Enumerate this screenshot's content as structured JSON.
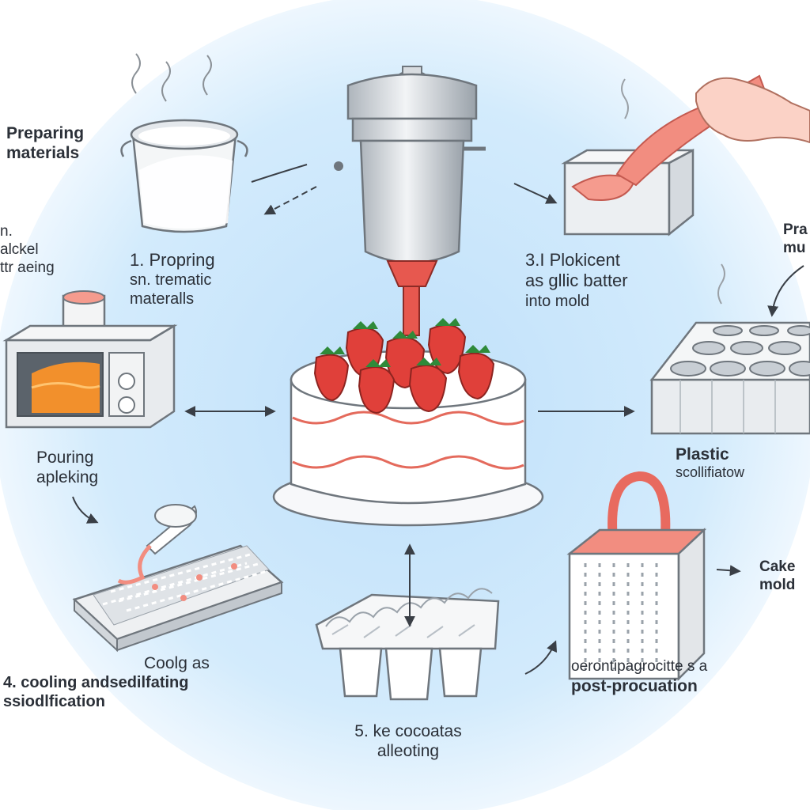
{
  "colors": {
    "sky": "#cfe8fb",
    "sky_edge": "#e9f5fe",
    "steel": "#c7cdd3",
    "steel_dark": "#8e969e",
    "cream": "#ffffff",
    "frosting_line": "#e46a5c",
    "strawberry": "#e0403a",
    "leaf": "#2f8a3a",
    "batter": "#f28d80",
    "arrow": "#3a3f46"
  },
  "labels": {
    "preparing_top": {
      "line1": "Preparing",
      "line2": "materials"
    },
    "left_edge": {
      "line1": "n.",
      "line2": "alckel",
      "line3": "ttr aeing"
    },
    "step1": {
      "line1": "1. Propring",
      "line2": "sn. trematic",
      "line3": "materalls"
    },
    "step3": {
      "line1": "3.I Plokicent",
      "line2": "as gllic batter",
      "line3": "into mold"
    },
    "right_edge": {
      "line1": "Pra",
      "line2": "mu"
    },
    "pouring": {
      "line1": "Pouring",
      "line2": "apleking"
    },
    "plastic": {
      "line1": "Plastic",
      "line2": "scollifiatow"
    },
    "cake_mold": {
      "line1": "Cake",
      "line2": "mold"
    },
    "cooling": {
      "line1": "Coolg  as",
      "line2": "4. cooling andsedilfating",
      "line3": "ssiodlfication"
    },
    "post": {
      "line1": "oerontipagrocitte s a",
      "line2": "post-procuation"
    },
    "step5": {
      "line1": "5. ke cocoatas",
      "line2": "alleoting"
    }
  },
  "icons": [
    "stock-pot-icon",
    "extruder-machine-icon",
    "hand-pouring-icon",
    "microwave-oven-icon",
    "strawberry-cake-icon",
    "cupcake-mold-tray-icon",
    "cooling-grid-tray-icon",
    "silicone-mold-icon",
    "square-mold-box-icon"
  ]
}
